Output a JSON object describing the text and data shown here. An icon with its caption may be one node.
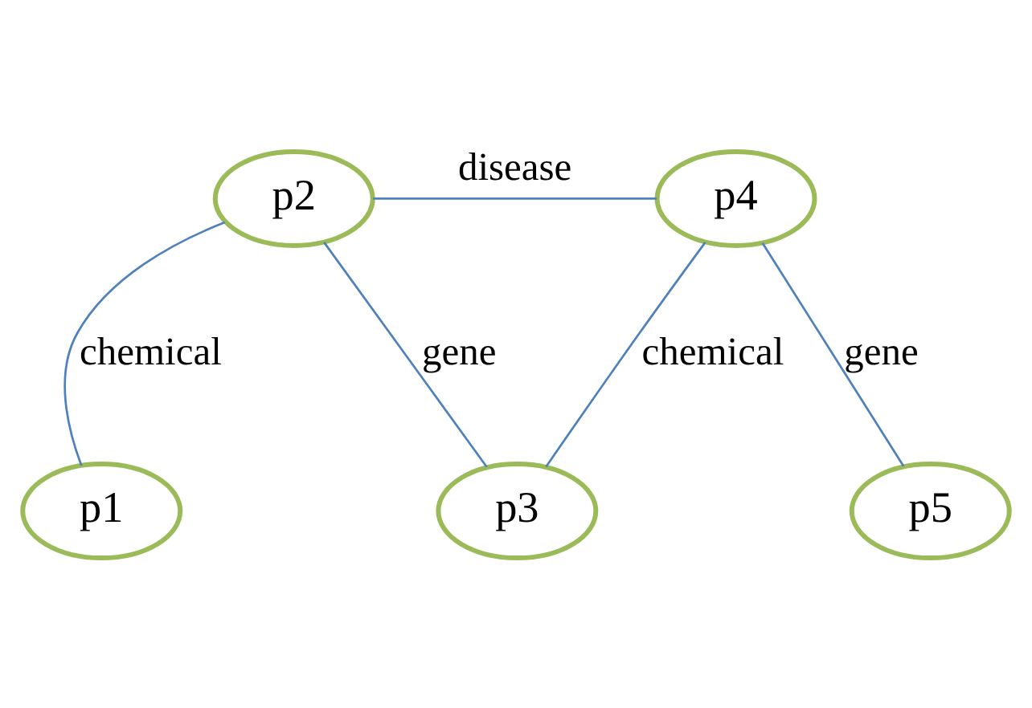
{
  "diagram": {
    "nodes": [
      {
        "text": [
          "p2"
        ]
      },
      {
        "text": [
          "p4"
        ]
      },
      {
        "text": [
          "p1"
        ]
      },
      {
        "text": [
          "p3"
        ]
      },
      {
        "text": [
          "p5"
        ]
      }
    ],
    "edges": [
      {
        "from": 0,
        "to": 1,
        "arrow": "none",
        "label": "disease"
      },
      {
        "from": 0,
        "to": 2,
        "arrow": "none",
        "label": "chemical"
      },
      {
        "from": 0,
        "to": 3,
        "arrow": "none",
        "label": "gene"
      },
      {
        "from": 1,
        "to": 3,
        "arrow": "none",
        "label": "chemical"
      },
      {
        "from": 1,
        "to": 4,
        "arrow": "none",
        "label": "gene"
      }
    ]
  }
}
